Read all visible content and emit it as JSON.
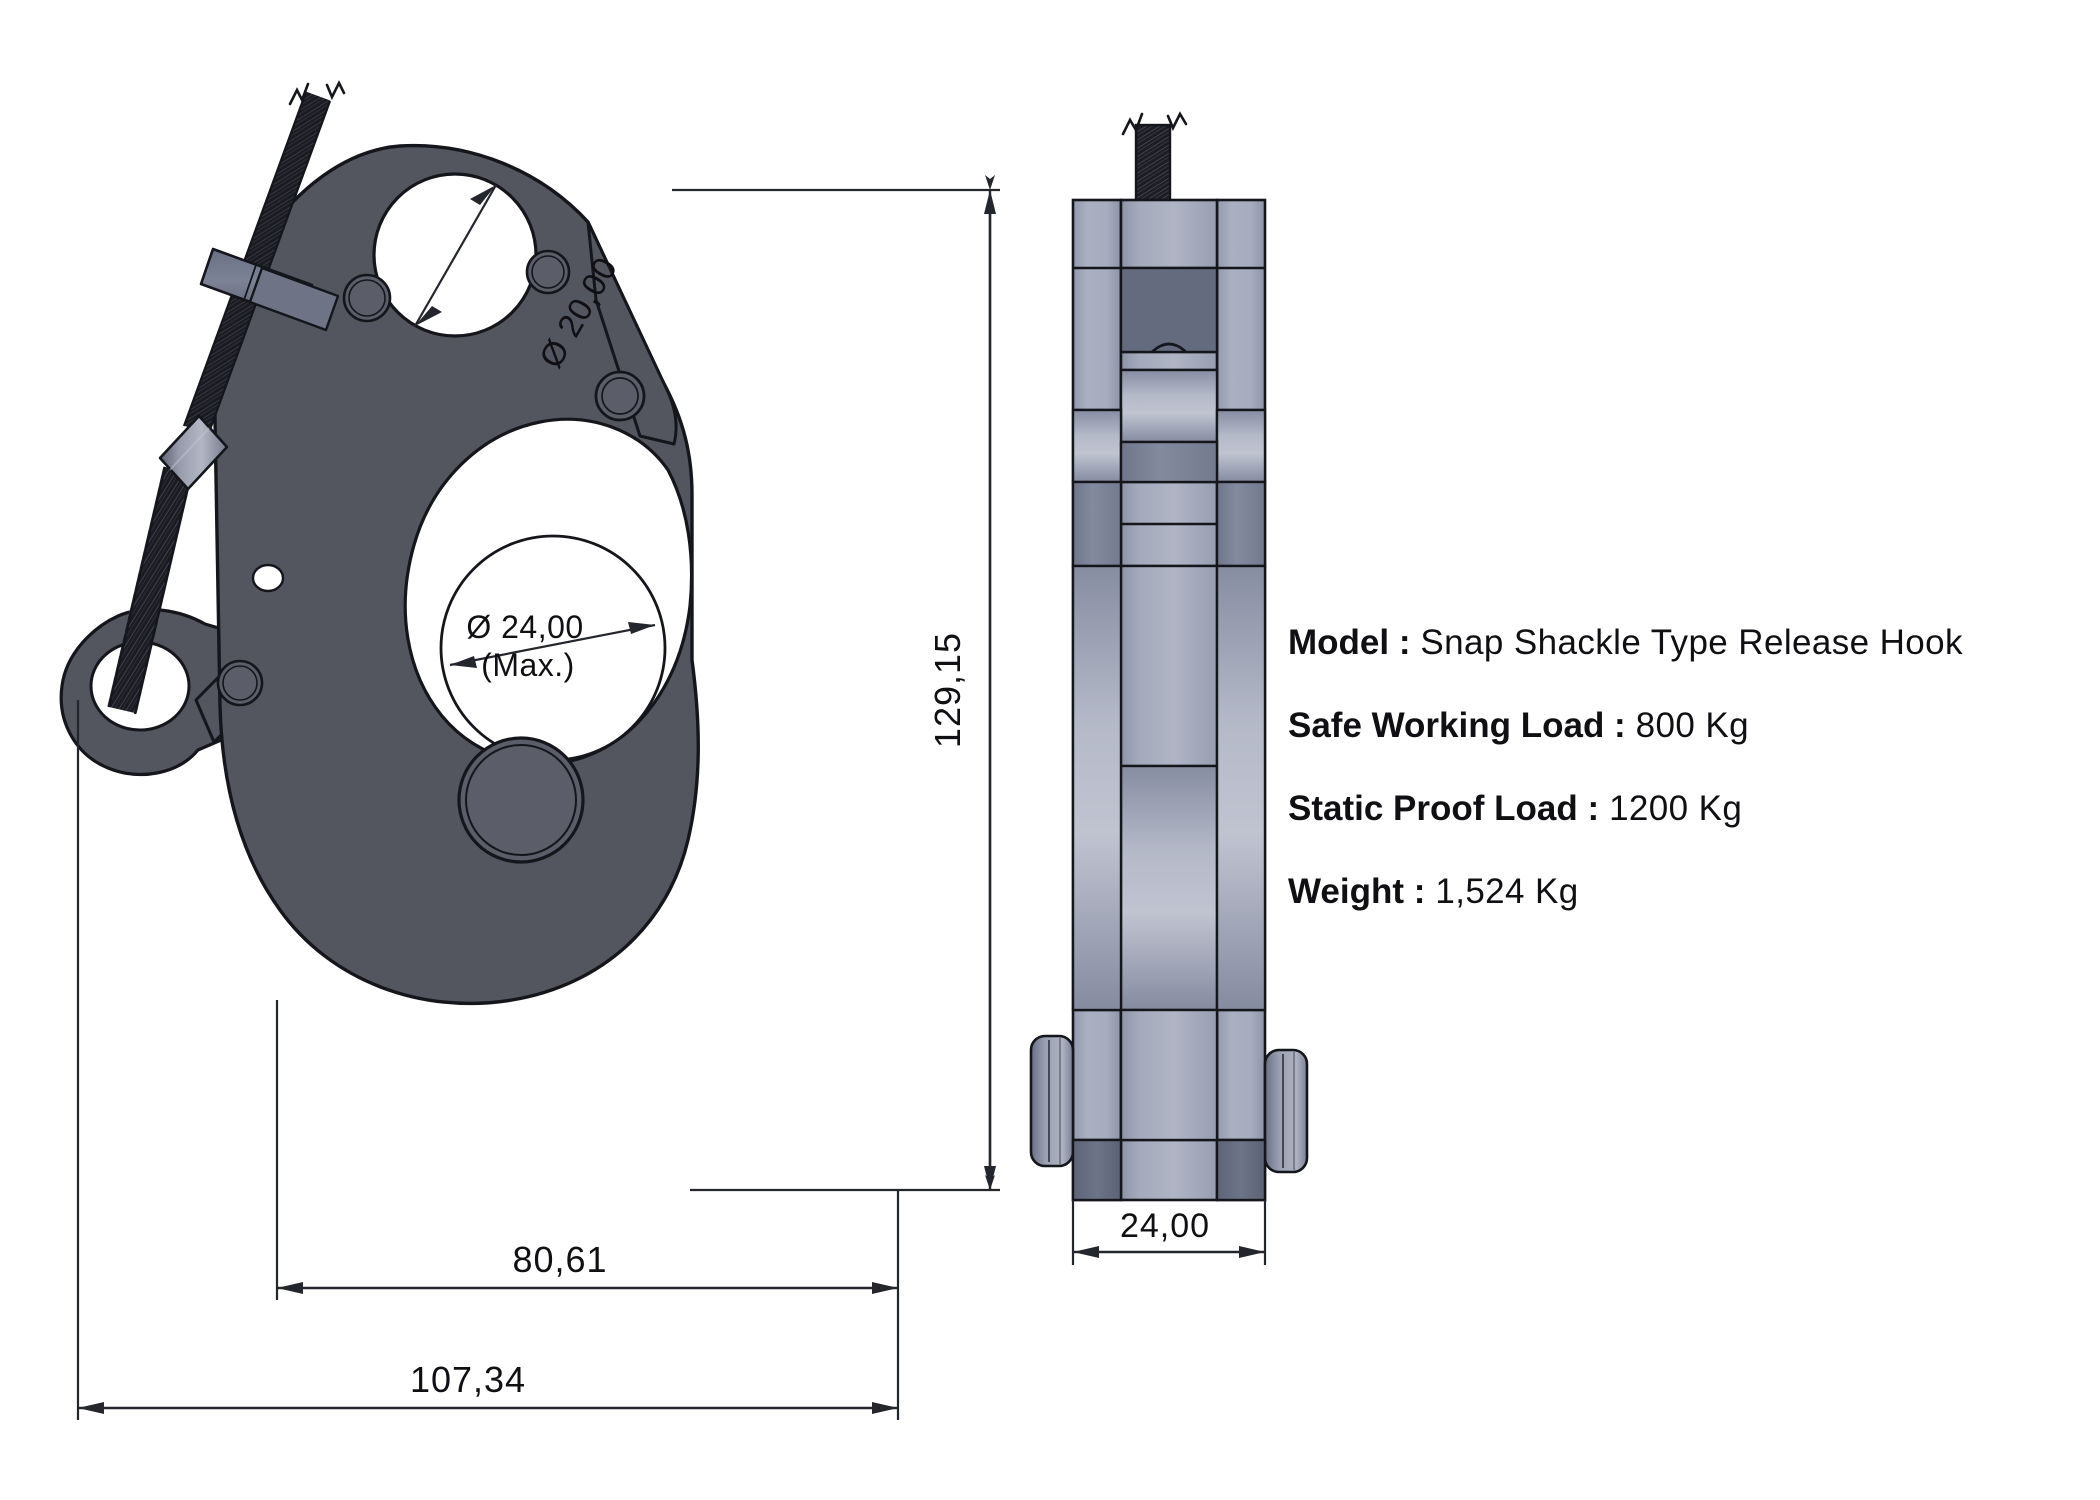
{
  "drawing": {
    "title": "Snap Shackle Type Release Hook",
    "units": "mm",
    "decimal_separator": "comma"
  },
  "views": {
    "front": {
      "name": "front-elevation-view",
      "description": "Release hook body with wire rope lanyard"
    },
    "side": {
      "name": "side-elevation-view",
      "description": "Layered plate sandwich side profile"
    }
  },
  "dimensions": {
    "overall_height": "129,15",
    "body_width": "80,61",
    "overall_width": "107,34",
    "thickness": "24,00",
    "upper_hole_dia": "Ø 20,00",
    "throat_dia": "Ø 24,00",
    "throat_note": "(Max.)"
  },
  "specs": [
    {
      "label": "Model :",
      "value": "Snap Shackle Type Release Hook"
    },
    {
      "label": "Safe Working Load  :",
      "value": "800 Kg"
    },
    {
      "label": "Static Proof Load :",
      "value": "1200 Kg"
    },
    {
      "label": "Weight :",
      "value": "1,524 Kg"
    }
  ],
  "colors": {
    "body_fill": "#53555f",
    "body_fill_light": "#5d606b",
    "side_light": "#a9aebf",
    "side_mid": "#9298ab",
    "side_dark": "#7b8296",
    "side_darkest": "#6a7086",
    "outline": "#14161c",
    "rope": "#1e1f25",
    "dimension_line": "#24262e",
    "text": "#101014",
    "background": "#ffffff"
  }
}
